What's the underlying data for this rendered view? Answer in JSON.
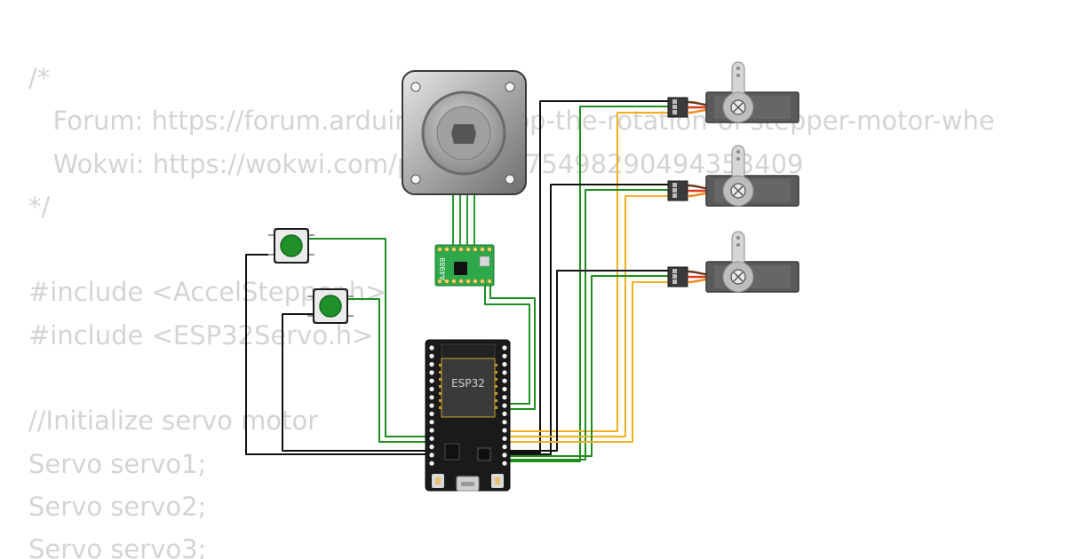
{
  "code_lines": [
    "/*",
    "   Forum: https://forum.arduino.cc/t/stop-the-rotation-of-stepper-motor-whe",
    "   Wokwi: https://wokwi.com/projects/375498290494353409",
    "*/",
    "",
    "#include <AccelStepper.h>",
    "#include <ESP32Servo.h>",
    "",
    "//Initialize servo motor",
    "Servo servo1;",
    "Servo servo2;",
    "Servo servo3;"
  ],
  "components": {
    "driver_label": "A4988",
    "mcu_label": "ESP32"
  },
  "colors": {
    "code_text": "#d4d4d4",
    "wire_green": "#1e8f1e",
    "wire_black": "#111111",
    "wire_orange": "#f0b020",
    "board": "#1a1a1a",
    "driver_pcb": "#2ea84a",
    "button_cap": "#1f8f2a",
    "servo_body": "#5a5a5a"
  }
}
